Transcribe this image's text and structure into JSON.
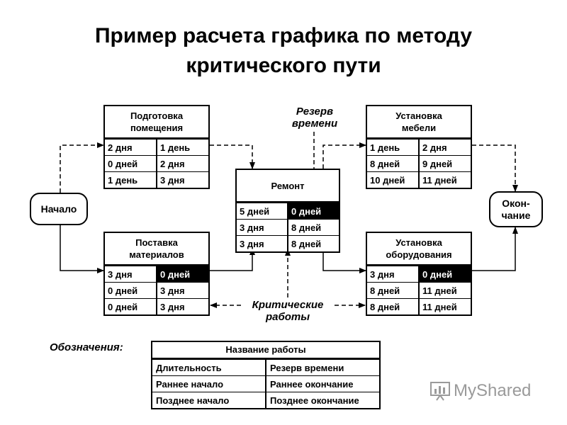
{
  "title": {
    "line1": "Пример расчета графика по методу",
    "line2": "критического пути"
  },
  "nodes": {
    "start": "Начало",
    "end_line1": "Окон-",
    "end_line2": "чание"
  },
  "works": {
    "room_prep": {
      "name_line1": "Подготовка",
      "name_line2": "помещения",
      "rows": [
        [
          "2 дня",
          "1 день"
        ],
        [
          "0 дней",
          "2 дня"
        ],
        [
          "1 день",
          "3 дня"
        ]
      ]
    },
    "repair": {
      "name_line1": "Ремонт",
      "rows": [
        [
          "5 дней",
          "0 дней"
        ],
        [
          "3 дня",
          "8 дней"
        ],
        [
          "3 дня",
          "8 дней"
        ]
      ]
    },
    "furniture": {
      "name_line1": "Установка",
      "name_line2": "мебели",
      "rows": [
        [
          "1 день",
          "2 дня"
        ],
        [
          "8 дней",
          "9 дней"
        ],
        [
          "10 дней",
          "11 дней"
        ]
      ]
    },
    "materials": {
      "name_line1": "Поставка",
      "name_line2": "материалов",
      "rows": [
        [
          "3 дня",
          "0 дней"
        ],
        [
          "0 дней",
          "3 дня"
        ],
        [
          "0 дней",
          "3 дня"
        ]
      ]
    },
    "equipment": {
      "name_line1": "Установка",
      "name_line2": "оборудования",
      "rows": [
        [
          "3 дня",
          "0 дней"
        ],
        [
          "8 дней",
          "11 дней"
        ],
        [
          "8 дней",
          "11 дней"
        ]
      ]
    }
  },
  "annotations": {
    "slack_line1": "Резерв",
    "slack_line2": "времени",
    "critical_line1": "Критические",
    "critical_line2": "работы"
  },
  "legend": {
    "label": "Обозначения:",
    "header": "Название работы",
    "rows": [
      [
        "Длительность",
        "Резерв времени"
      ],
      [
        "Раннее начало",
        "Раннее окончание"
      ],
      [
        "Позднее начало",
        "Позднее окончание"
      ]
    ]
  },
  "watermark": {
    "text": "MyShared"
  },
  "colors": {
    "critical_fill": "#000000",
    "line": "#000000",
    "watermark": "#9a9a9a"
  }
}
